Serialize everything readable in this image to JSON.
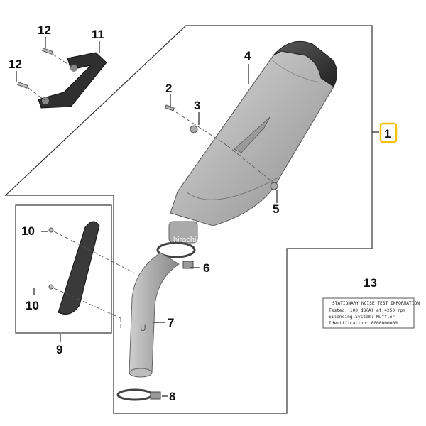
{
  "diagram": {
    "callouts": {
      "c1": "1",
      "c2": "2",
      "c3": "3",
      "c4": "4",
      "c5": "5",
      "c6": "6",
      "c7": "7",
      "c8": "8",
      "c9": "9",
      "c10a": "10",
      "c10b": "10",
      "c11": "11",
      "c12a": "12",
      "c12b": "12",
      "c13": "13"
    },
    "highlight_color": "#f2c200",
    "watermark": "hirochi",
    "noise_label": {
      "title": "STATIONARY NOISE TEST INFORMATION",
      "line1": "Tested: 100 dB(A) at 4250 rpm",
      "line2": "Silencing System: Muffler",
      "line3": "Identification: 0000000000"
    }
  }
}
